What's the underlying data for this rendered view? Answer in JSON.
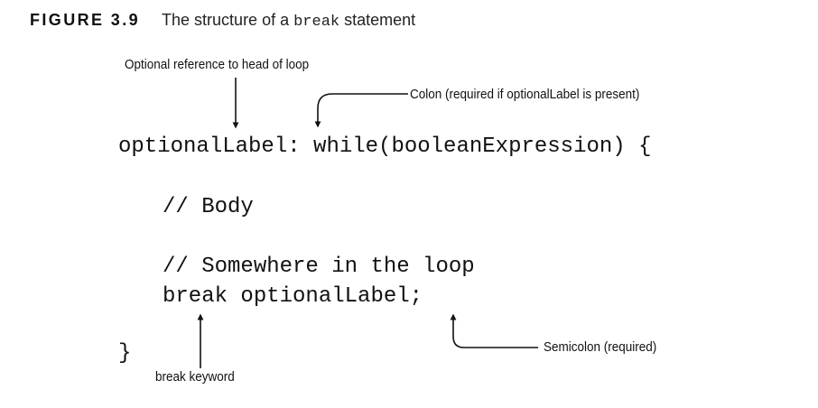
{
  "figure": {
    "number": "FIGURE 3.9",
    "caption_pre": "The structure of a ",
    "caption_keyword": "break",
    "caption_post": " statement"
  },
  "code": {
    "line1": "optionalLabel: while(booleanExpression) {",
    "line2": "// Body",
    "line3": "// Somewhere in the loop",
    "line4": "break optionalLabel;",
    "line5": "}"
  },
  "annotations": {
    "label_ref": "Optional reference to head of loop",
    "colon": "Colon (required if optionalLabel is present)",
    "semicolon": "Semicolon (required)",
    "break_kw": "break keyword"
  }
}
